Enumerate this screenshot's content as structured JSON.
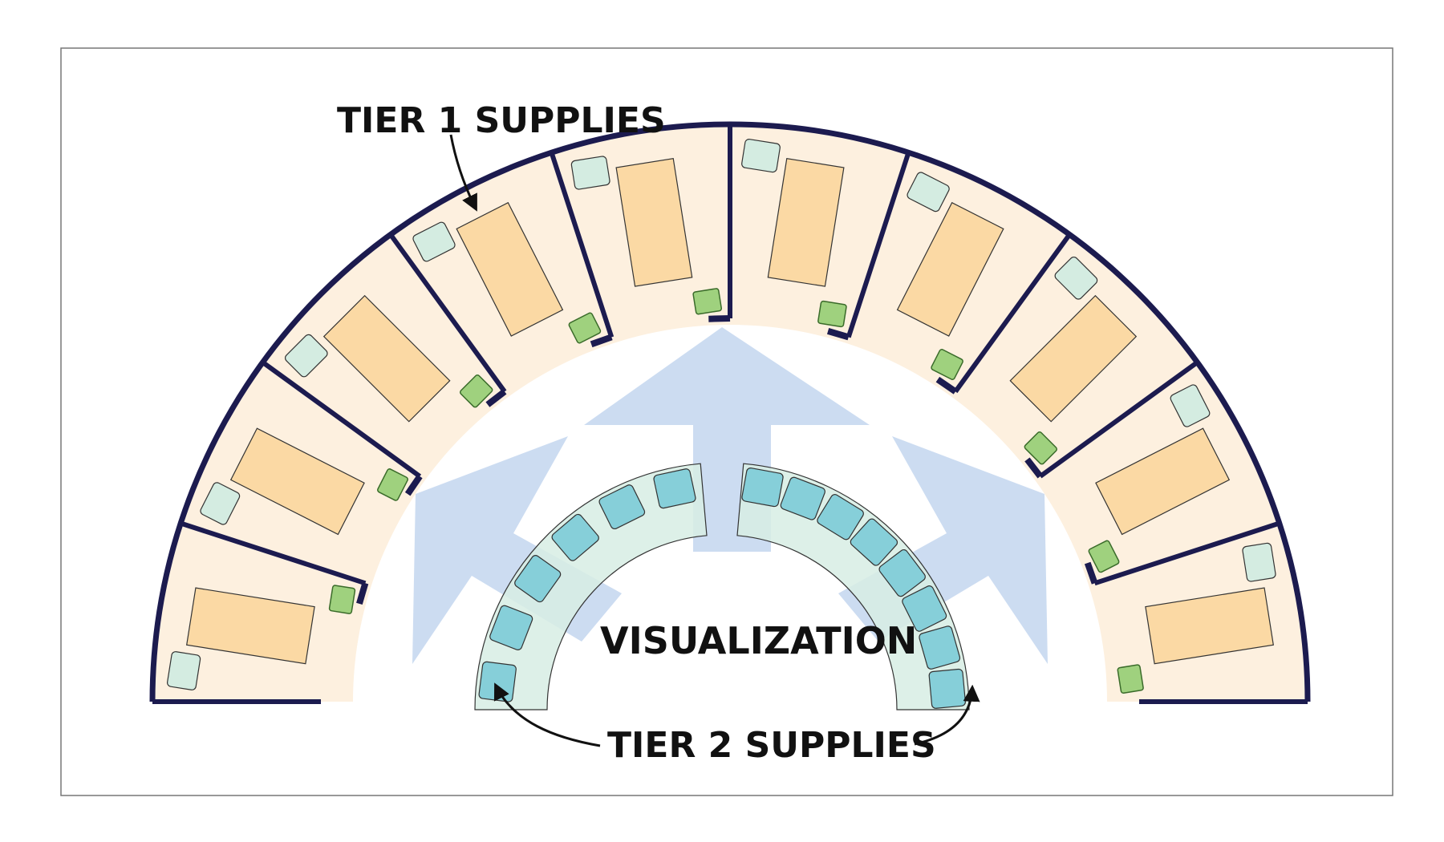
{
  "diagram": {
    "labels": {
      "tier1": "TIER 1 SUPPLIES",
      "tier2": "TIER 2 SUPPLIES",
      "visualization": "VISUALIZATION"
    },
    "room_count": 10,
    "tier2_left_bins": 6,
    "tier2_right_bins": 8,
    "colors": {
      "wall": "#1c1b4f",
      "room_floor": "#fdf0df",
      "bed": "#fbd9a4",
      "tier1_bin": "#d4ece1",
      "sink": "#9fd17e",
      "arrow": "#c6d8ef",
      "tier2_counter": "#d7ede4",
      "tier2_bin": "#86cfd9",
      "frame": "#777777"
    }
  }
}
